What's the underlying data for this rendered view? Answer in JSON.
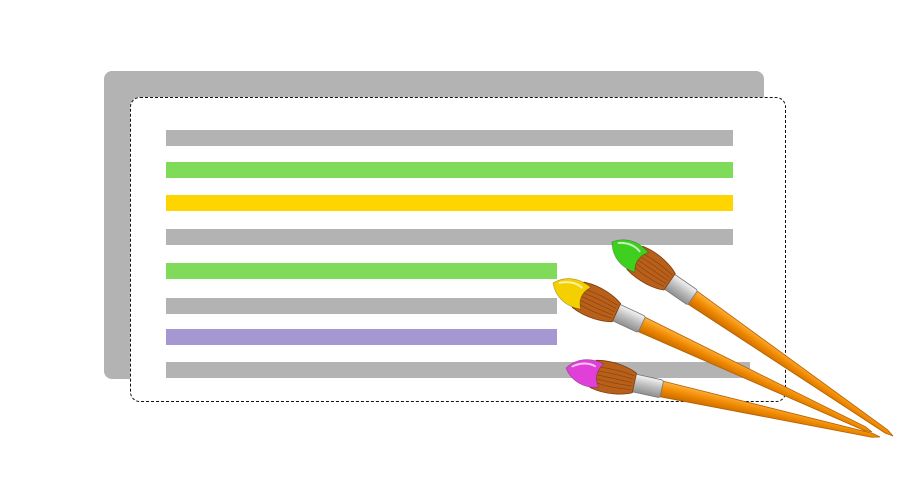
{
  "illustration": {
    "stripes": [
      {
        "color": "#b3b3b3",
        "length_fraction": 1.0
      },
      {
        "color": "#80db5a",
        "length_fraction": 1.0
      },
      {
        "color": "#ffd500",
        "length_fraction": 1.0
      },
      {
        "color": "#b3b3b3",
        "length_fraction": 1.0
      },
      {
        "color": "#80db5a",
        "length_fraction": 0.69
      },
      {
        "color": "#b3b3b3",
        "length_fraction": 0.69
      },
      {
        "color": "#a597d1",
        "length_fraction": 0.69
      },
      {
        "color": "#b3b3b3",
        "length_fraction": 1.03
      }
    ],
    "brushes": [
      {
        "icon": "paintbrush-icon",
        "tip_color": "#3fcf1f"
      },
      {
        "icon": "paintbrush-icon",
        "tip_color": "#f5d000"
      },
      {
        "icon": "paintbrush-icon",
        "tip_color": "#e040d8"
      }
    ],
    "colors": {
      "back_card": "#b3b3b3",
      "front_card": "#ffffff",
      "dash_border": "#111111",
      "brush_handle": "#f08a00",
      "brush_ferrule": "#c8c8c8",
      "brush_bristles": "#b8601a"
    }
  }
}
